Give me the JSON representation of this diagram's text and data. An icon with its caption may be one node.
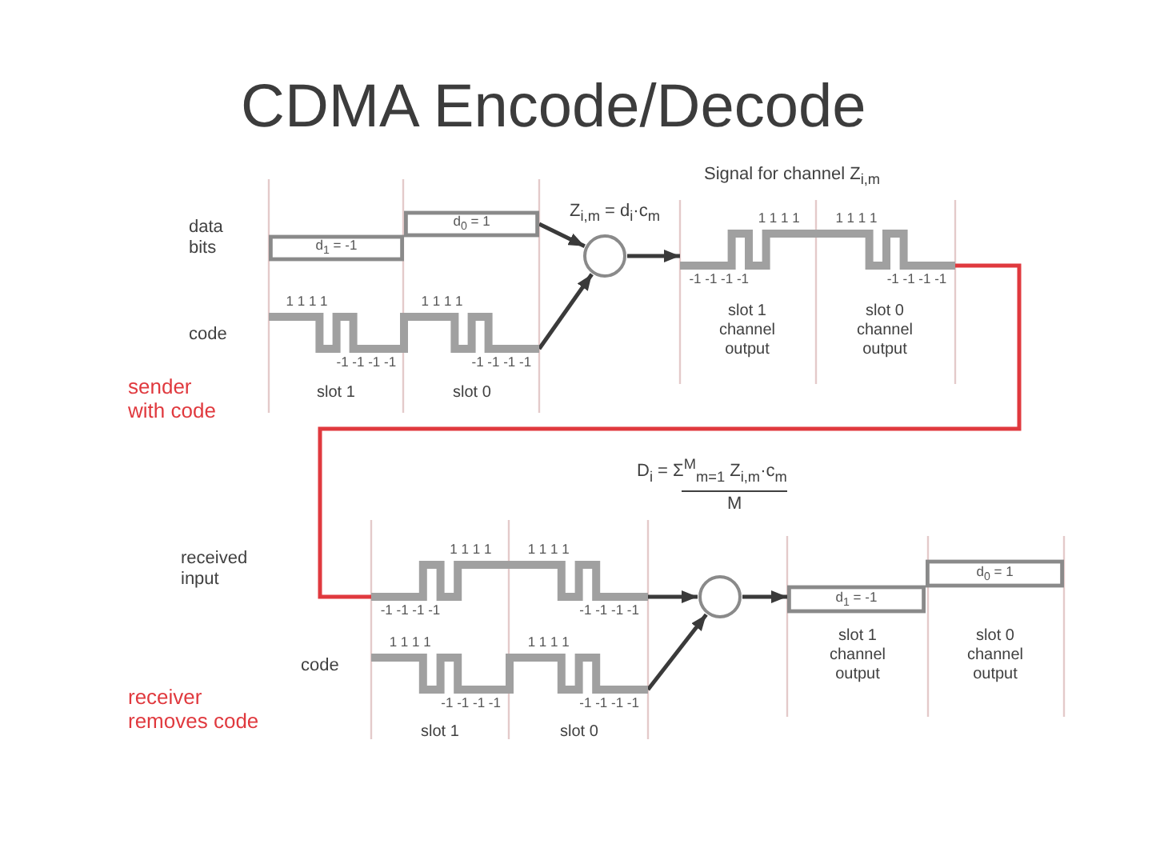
{
  "diagram": {
    "title": "CDMA Encode/Decode",
    "nodes": [
      {
        "text": [
          "d$_{1}$ = -1",
          "d$_{0}$ = 1"
        ],
        "beside": [
          "data bits"
        ]
      },
      {
        "text": [
          "1 1 1 1",
          "-1 -1 -1 -1",
          "1 1 1 1",
          "-1 -1 -1 -1"
        ],
        "beside": [
          "code"
        ]
      },
      {
        "text": [],
        "shape": "circle",
        "beside": [
          "Z$_{i,m}$ = d$_{i}$·c$_{m}$"
        ]
      },
      {
        "text": [
          "1 1 1 1",
          "-1 -1 -1 -1",
          "1 1 1 1",
          "-1 -1 -1 -1"
        ],
        "beside": [
          "Signal for channel Z$_{i,m}$"
        ]
      },
      {
        "text": [
          "1 1 1 1",
          "-1 -1 -1 -1",
          "1 1 1 1",
          "-1 -1 -1 -1"
        ]
      },
      {
        "text": [
          "1 1 1 1",
          "-1 -1 -1 -1",
          "1 1 1 1",
          "-1 -1 -1 -1"
        ],
        "beside": [
          "code"
        ]
      },
      {
        "text": [],
        "shape": "circle",
        "beside": [
          "D$_{i}$ = Σ$^{M}$$_{m=1}$ Z$_{i,m}$·c$_{m}$",
          "M"
        ]
      },
      {
        "text": [
          "d$_{1}$ = -1",
          "d$_{0}$ = 1"
        ]
      }
    ],
    "edges": [
      {
        "from": 0,
        "to": 2,
        "arrow": "to"
      },
      {
        "from": 1,
        "to": 2,
        "arrow": "to"
      },
      {
        "from": 2,
        "to": 3,
        "arrow": "to"
      },
      {
        "from": 3,
        "to": 4,
        "arrow": "none",
        "color": "#e0393e"
      },
      {
        "from": 4,
        "to": 6,
        "arrow": "to"
      },
      {
        "from": 5,
        "to": 6,
        "arrow": "to"
      },
      {
        "from": 6,
        "to": 7,
        "arrow": "to"
      }
    ],
    "labels": [
      "slot 1 channel output",
      "slot 0 channel output",
      "slot 1",
      "slot 0",
      "sender with code",
      "received input",
      "slot 1 channel output",
      "slot 0 channel output",
      "receiver removes code",
      "slot 1",
      "slot 0"
    ]
  }
}
